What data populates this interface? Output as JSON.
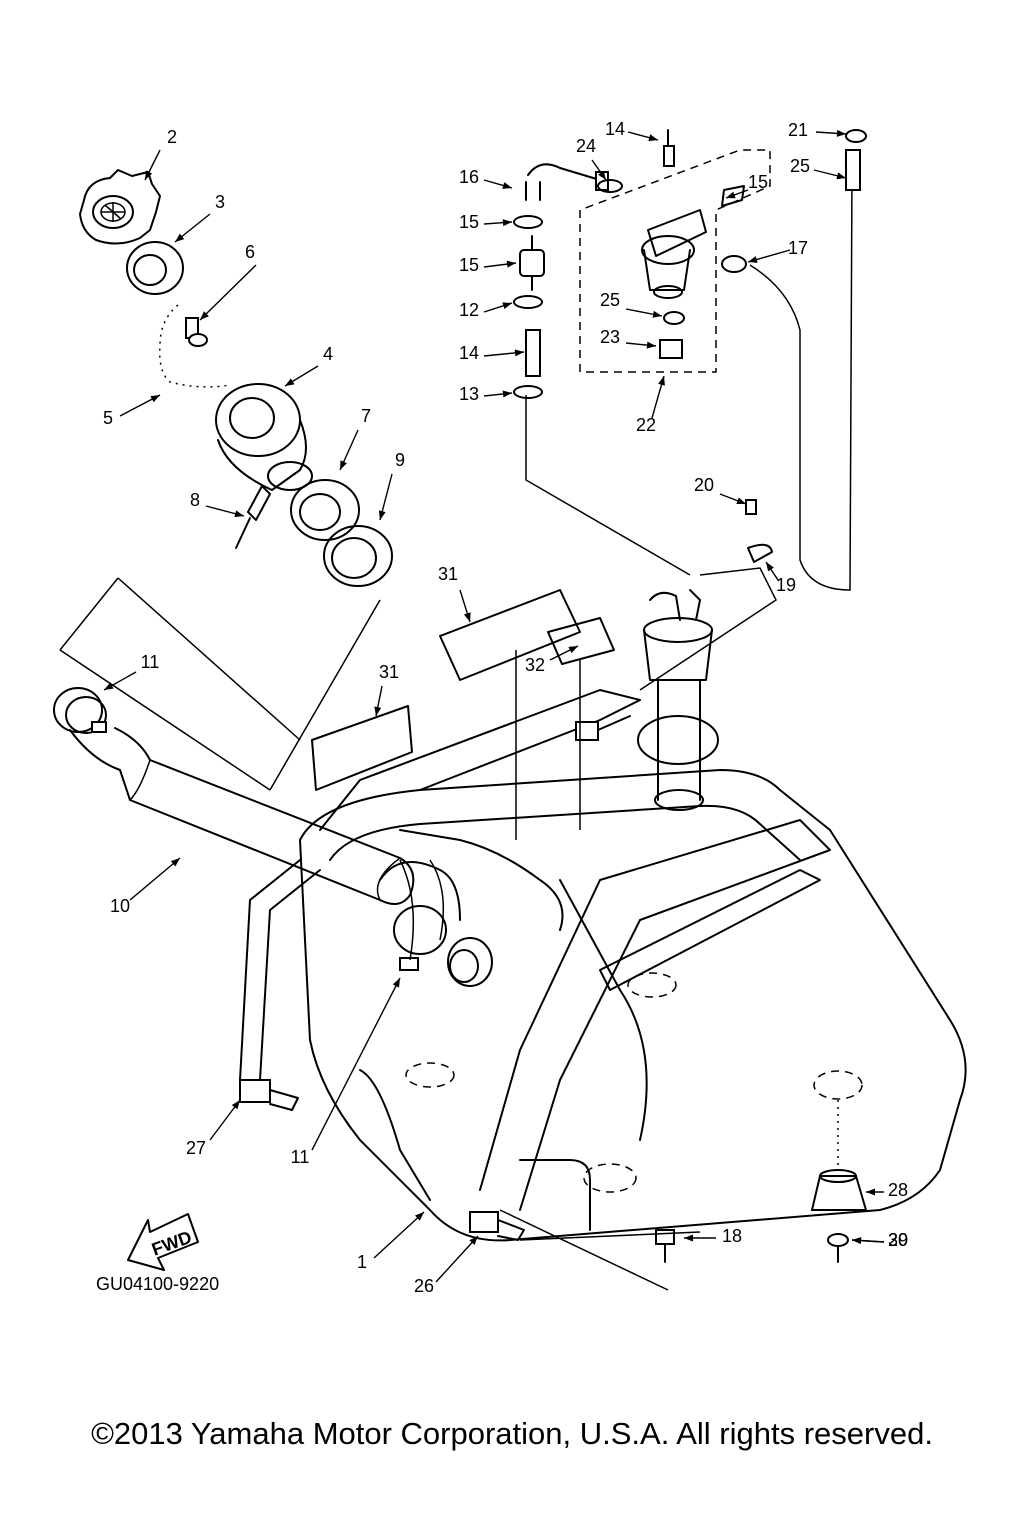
{
  "diagram": {
    "code": "GU04100-9220",
    "fwd": "FWD",
    "callouts": [
      "2",
      "3",
      "6",
      "4",
      "5",
      "7",
      "9",
      "8",
      "11",
      "10",
      "31",
      "32",
      "31",
      "11",
      "27",
      "1",
      "26",
      "16",
      "15",
      "15",
      "12",
      "14",
      "13",
      "14",
      "24",
      "15",
      "21",
      "25",
      "17",
      "25",
      "23",
      "22",
      "20",
      "19",
      "18",
      "28",
      "29",
      "30"
    ]
  },
  "footer": {
    "copyright": "©2013 Yamaha Motor Corporation, U.S.A. All rights reserved."
  }
}
